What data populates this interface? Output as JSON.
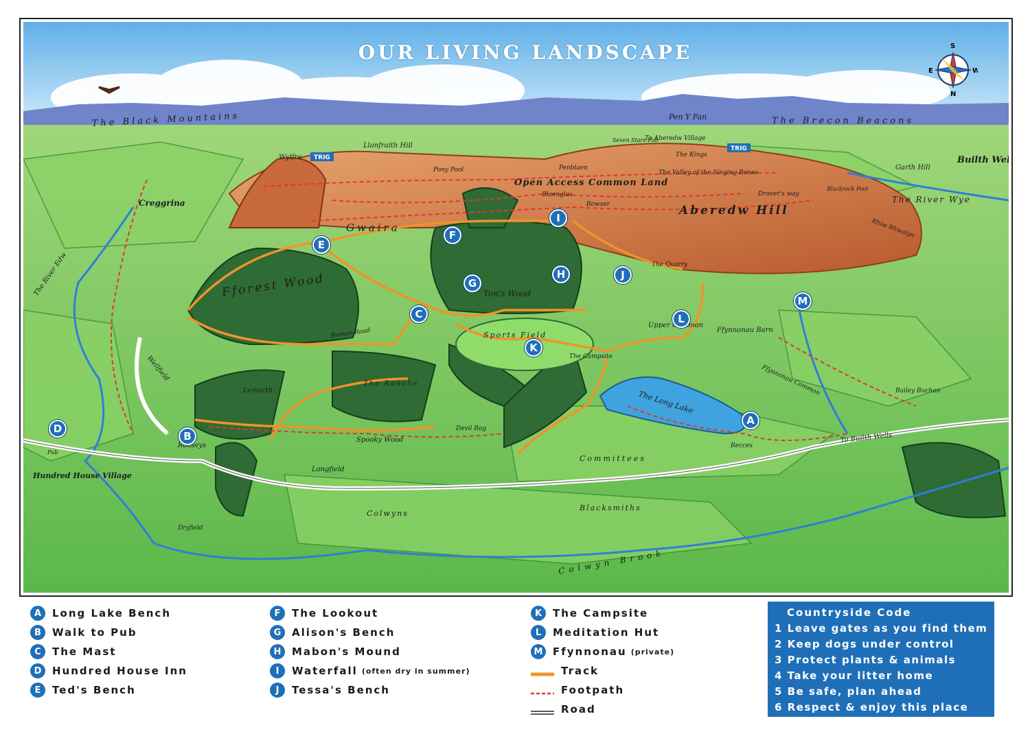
{
  "title": "OUR LIVING LANDSCAPE",
  "compass": {
    "n": "S",
    "e": "W",
    "s": "N",
    "w": "E"
  },
  "colors": {
    "marker": "#1f6fb8",
    "track": "#f0932b",
    "footpath": "#e0392b",
    "road": "#222222",
    "sky": "#8fcbef",
    "common_land": "#d98a56",
    "field": "#7fcf5e",
    "wood": "#2f6b35"
  },
  "place_labels": {
    "black_mountains": "The Black Mountains",
    "pen_y_fan": "Pen Y Fan",
    "brecon_beacons": "The Brecon Beacons",
    "builth_wells": "Builth Wells",
    "wylfre": "Wylfre",
    "trig": "TRIG",
    "llanfraith_hill": "Llanfraith Hill",
    "seven_stars_pub": "Seven Stars Pub",
    "to_aberedw_village": "To Aberedw Village",
    "the_kings": "The Kings",
    "pony_pool": "Pony Pool",
    "penblaen": "Penblaen",
    "valley_singing_bones": "The Valley of the Singing Bones",
    "open_access": "Open Access Common Land",
    "garth_hill": "Garth Hill",
    "blaenglas": "Blaenglas",
    "bowser": "Bowser",
    "drovers_way": "Drover's way",
    "blackrock_pool": "Blackrock Pool",
    "aberedw_hill": "Aberedw Hill",
    "river_wye": "The River Wye",
    "creggrina": "Creggrina",
    "river_edw": "The River Edw",
    "gwaira": "Gwaira",
    "rhiw_rhwalyn": "Rhiw Rhwalyn",
    "the_quarry": "The Quarry",
    "fforest_wood": "Fforest Wood",
    "roman_road": "Roman Road",
    "tyn_y_wood": "Ton's Wood",
    "sports_field": "Sports Field",
    "upper_common": "Upper Common",
    "ffynnonau_barn": "Ffynnonau Barn",
    "the_campsite_label": "The Campsite",
    "wellfield": "Wellfield",
    "the_ranche": "The Ranche",
    "lemarth": "Lemarth",
    "the_long_lake": "The Long Lake",
    "ffynnonau_common": "Ffynnonau Common",
    "bailey_buchan": "Bailey Buchan",
    "to_builth_wells": "To Builth Wells",
    "recces": "Recces",
    "spooky_wood": "Spooky Wood",
    "devil_bog": "Devil Bog",
    "committees": "Committees",
    "rooseys": "Rooseys",
    "pub": "Pub",
    "hundred_house_village": "Hundred House Village",
    "longfield": "Longfield",
    "colwyns": "Colwyns",
    "blacksmiths": "Blacksmiths",
    "dryfield": "Dryfield",
    "colwyn_brook": "Colwyn Brook"
  },
  "legend": {
    "col1": [
      {
        "key": "A",
        "label": "Long Lake Bench"
      },
      {
        "key": "B",
        "label": "Walk to Pub"
      },
      {
        "key": "C",
        "label": "The Mast"
      },
      {
        "key": "D",
        "label": "Hundred House Inn"
      },
      {
        "key": "E",
        "label": "Ted's Bench"
      }
    ],
    "col2": [
      {
        "key": "F",
        "label": "The Lookout"
      },
      {
        "key": "G",
        "label": "Alison's Bench"
      },
      {
        "key": "H",
        "label": "Mabon's Mound"
      },
      {
        "key": "I",
        "label": "Waterfall",
        "note": "(often dry in summer)"
      },
      {
        "key": "J",
        "label": "Tessa's Bench"
      }
    ],
    "col3": [
      {
        "key": "K",
        "label": "The Campsite"
      },
      {
        "key": "L",
        "label": "Meditation Hut"
      },
      {
        "key": "M",
        "label": "Ffynnonau",
        "note": "(private)"
      }
    ],
    "lines": [
      {
        "label": "Track"
      },
      {
        "label": "Footpath"
      },
      {
        "label": "Road"
      }
    ]
  },
  "countryside_code": {
    "title": "Countryside Code",
    "items": [
      "1 Leave gates as you find them",
      "2 Keep dogs under control",
      "3 Protect plants & animals",
      "4 Take your litter home",
      "5 Be safe, plan ahead",
      "6 Respect & enjoy this place"
    ]
  }
}
